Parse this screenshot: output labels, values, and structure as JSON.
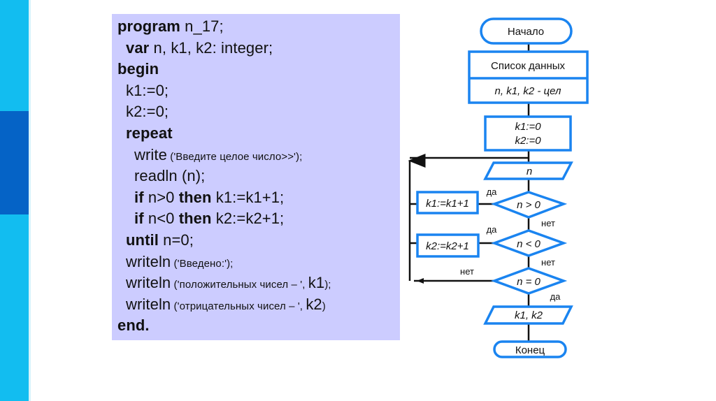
{
  "colors": {
    "sidebar_light": "#12bdf0",
    "sidebar_dark": "#0563c6",
    "code_background": "#ccccff",
    "flow_stroke": "#1a84f0",
    "line": "#111111"
  },
  "code": {
    "lines": [
      {
        "kw": "program",
        "rest": " n_17;"
      },
      {
        "kw": "var",
        "rest": " n, k1, k2: integer;"
      },
      {
        "kw": "begin",
        "rest": ""
      },
      {
        "kw": "",
        "rest": "k1:=0;"
      },
      {
        "kw": "",
        "rest": "k2:=0;"
      },
      {
        "kw": "repeat",
        "rest": ""
      },
      {
        "fn": "write",
        "str": " ('Введите целое число>>');"
      },
      {
        "fn": "readln (n);"
      },
      {
        "kw": "if",
        "mid": " n>0 ",
        "kw2": "then",
        "rest": " k1:=k1+1;"
      },
      {
        "kw": "if",
        "mid": " n<0 ",
        "kw2": "then",
        "rest": " k2:=k2+1;"
      },
      {
        "kw": "until",
        "rest": " n=0;"
      },
      {
        "fn": "writeln",
        "str": " ('Введено:');"
      },
      {
        "fn": "writeln",
        "str": " ('положительных чисел – ', ",
        "var": "k1",
        "end": ");"
      },
      {
        "fn": "writeln",
        "str": " ('отрицательных чисел – ', ",
        "var": "k2",
        "end": ")"
      },
      {
        "kw": "end.",
        "rest": ""
      }
    ]
  },
  "flowchart": {
    "start": "Начало",
    "data_header": "Список данных",
    "data_vars": "n, k1, k2 - цел",
    "init_line1": "k1:=0",
    "init_line2": "k2:=0",
    "input": "n",
    "cond1": "n > 0",
    "cond2": "n < 0",
    "cond3": "n = 0",
    "action1": "k1:=k1+1",
    "action2": "k2:=k2+1",
    "output": "k1, k2",
    "end": "Конец",
    "yes": "да",
    "no": "нет"
  }
}
